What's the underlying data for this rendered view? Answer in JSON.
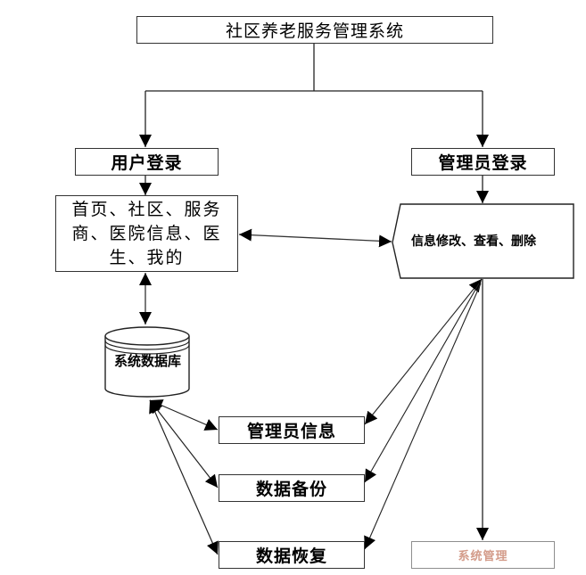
{
  "diagram": {
    "title": "社区养老服务管理系统",
    "nodes": {
      "user_login": "用户登录",
      "admin_login": "管理员登录",
      "user_pages": "首页、社区、服务商、医院信息、医生、我的",
      "admin_operations": "信息修改、查看、删除",
      "database": "系统数据库",
      "admin_info": "管理员信息",
      "data_backup": "数据备份",
      "data_restore": "数据恢复",
      "bottom_right": "系统管理"
    },
    "edges": [
      {
        "from": "title",
        "to": "user_login",
        "type": "arrow"
      },
      {
        "from": "title",
        "to": "admin_login",
        "type": "arrow"
      },
      {
        "from": "user_login",
        "to": "user_pages",
        "type": "arrow"
      },
      {
        "from": "admin_login",
        "to": "admin_operations",
        "type": "arrow"
      },
      {
        "from": "user_pages",
        "to": "admin_operations",
        "type": "bidirectional"
      },
      {
        "from": "user_pages",
        "to": "database",
        "type": "bidirectional"
      },
      {
        "from": "database",
        "to": "admin_info",
        "type": "bidirectional"
      },
      {
        "from": "database",
        "to": "data_backup",
        "type": "bidirectional"
      },
      {
        "from": "database",
        "to": "data_restore",
        "type": "bidirectional"
      },
      {
        "from": "admin_operations",
        "to": "admin_info",
        "type": "bidirectional"
      },
      {
        "from": "admin_operations",
        "to": "data_backup",
        "type": "arrow"
      },
      {
        "from": "admin_operations",
        "to": "data_restore",
        "type": "arrow"
      },
      {
        "from": "admin_operations",
        "to": "bottom_right",
        "type": "arrow"
      }
    ]
  }
}
